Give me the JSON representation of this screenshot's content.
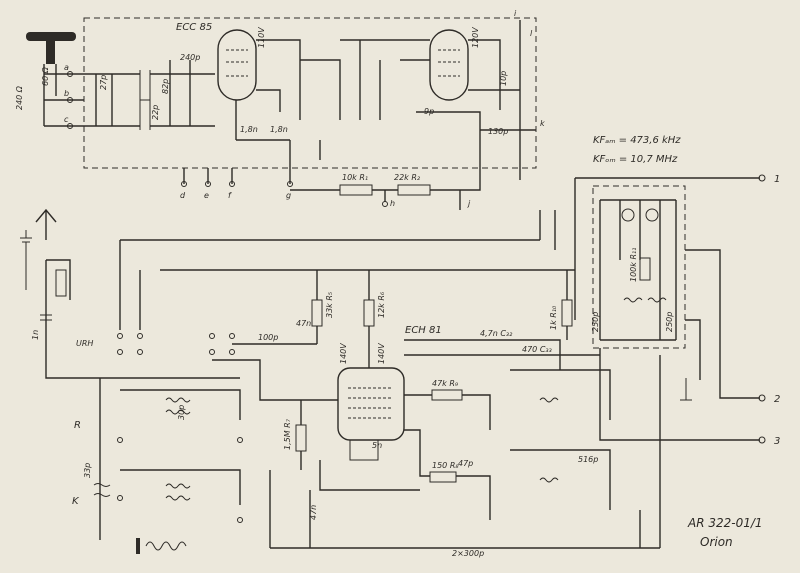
{
  "diagram": {
    "tubes": {
      "ecc85": "ECC 85",
      "ech81": "ECH 81"
    },
    "if_freqs": {
      "am": "KFₐₘ = 473,6 kHz",
      "fm": "KFₒₘ = 10,7 MHz"
    },
    "model": {
      "code": "AR 322-01/1",
      "brand": "Orion"
    },
    "terminals": {
      "t1": "1",
      "t2": "2",
      "t3": "3"
    },
    "ports": {
      "a": "a",
      "b": "b",
      "c": "c",
      "d": "d",
      "e": "e",
      "f": "f",
      "g": "g",
      "h": "h",
      "i": "i",
      "j": "j",
      "k": "k",
      "l": "l"
    },
    "labels": {
      "antenna_imp": "240 Ω",
      "ant_60": "60 Ω",
      "urh": "URH",
      "r_lbl": "R",
      "k_lbl": "K",
      "r1": "10k R₁",
      "r2": "22k R₂",
      "r5": "33k R₅",
      "r6": "12k R₆",
      "r7": "1,5M R₇",
      "r8": "150 R₈",
      "r9": "47k R₉",
      "r10": "1k R₁₀",
      "r11": "100k R₁₁",
      "v110": "110V",
      "v120": "120V",
      "v140a": "140V",
      "v140b": "140V",
      "c100p": "100p",
      "c47n": "47n",
      "c47n2": "4,7n C₃₂",
      "c470": "470 C₃₃",
      "c5n": "5n",
      "c47p": "47p",
      "c516": "516p",
      "c2x300": "2×300p",
      "c130": "130p",
      "c1n8a": "1,8n",
      "c1n8b": "1,8n",
      "c240p": "240p",
      "c1n": "1n",
      "c33p": "33p",
      "c30p": "30p",
      "c10p": "10p",
      "c250a": "250p",
      "c250b": "250p",
      "c9p": "9p",
      "c22p": "22p",
      "c82p": "82p",
      "c27": "27p",
      "c47n3": "47n"
    }
  }
}
